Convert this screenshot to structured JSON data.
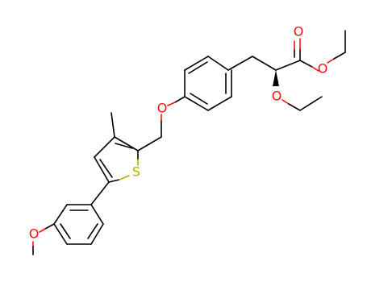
{
  "colors": {
    "bond": "#000000",
    "oxygen": "#ff0d0d",
    "sulfur": "#b2b200",
    "background": "#ffffff"
  },
  "atoms": {
    "o_carbonyl": "O",
    "o_ester": "O",
    "o_ethoxy": "O",
    "o_phenoxy": "O",
    "s_thiophene": "S",
    "o_methoxy": "O"
  }
}
